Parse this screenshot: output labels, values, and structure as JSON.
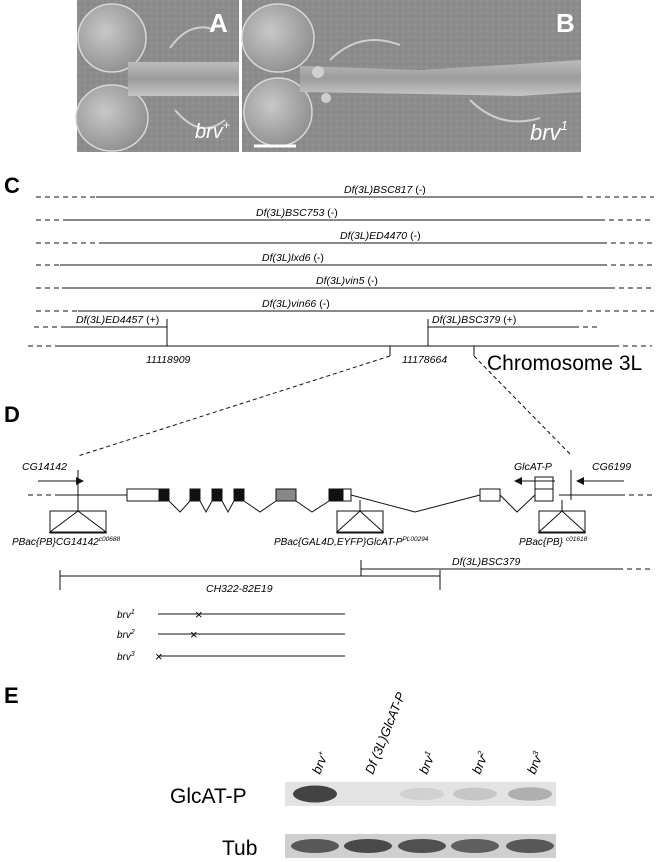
{
  "panels": {
    "a": {
      "letter": "A",
      "genotype": "brv",
      "genotype_sup": "+"
    },
    "b": {
      "letter": "B",
      "genotype": "brv",
      "genotype_sup": "1"
    },
    "c": {
      "letter": "C"
    },
    "d": {
      "letter": "D"
    },
    "e": {
      "letter": "E"
    }
  },
  "deficiencies": [
    {
      "name": "Df(3L)BSC817",
      "status": "(-)"
    },
    {
      "name": "Df(3L)BSC753",
      "status": "(-)"
    },
    {
      "name": "Df(3L)ED4470",
      "status": "(-)"
    },
    {
      "name": "Df(3L)lxd6",
      "status": "(-)"
    },
    {
      "name": "Df(3L)vin5",
      "status": "(-)"
    },
    {
      "name": "Df(3L)vin66",
      "status": "(-)"
    }
  ],
  "complementing": [
    {
      "name": "Df(3L)ED4457",
      "status": "(+)"
    },
    {
      "name": "Df(3L)BSC379",
      "status": "(+)"
    }
  ],
  "coordinates": [
    "11118909",
    "11178664"
  ],
  "chromosome_label": "Chromosome 3L",
  "gene_labels": {
    "left": "CG14142",
    "right": "CG6199",
    "glcat": "GlcAT-P"
  },
  "insertions": {
    "left": {
      "name": "PBac{PB}CG14142",
      "sup": "c00688"
    },
    "middle": {
      "name": "PBac{GAL4D,EYFP}GlcAT-P",
      "sup": "PL00294"
    },
    "right": {
      "name": "PBac{PB}",
      "sup": "c01618"
    }
  },
  "constructs": {
    "bac": "CH322-82E19",
    "df": "Df(3L)BSC379"
  },
  "alleles": [
    {
      "name": "brv",
      "sup": "1"
    },
    {
      "name": "brv",
      "sup": "2"
    },
    {
      "name": "brv",
      "sup": "3"
    }
  ],
  "blot": {
    "lanes": [
      {
        "name": "brv",
        "sup": "+"
      },
      {
        "name": "Df (3L)GlcAT-P",
        "sup": ""
      },
      {
        "name": "brv",
        "sup": "1"
      },
      {
        "name": "brv",
        "sup": "2"
      },
      {
        "name": "brv",
        "sup": "3"
      }
    ],
    "rows": [
      "GlcAT-P",
      "Tub"
    ],
    "glcat_levels": [
      0.85,
      0.0,
      0.06,
      0.12,
      0.25
    ],
    "tub_levels": [
      0.75,
      0.85,
      0.8,
      0.7,
      0.75
    ]
  },
  "colors": {
    "ink": "#111111",
    "exon_coding": "#111111",
    "exon_grey": "#888888",
    "micro_bg": "#8a8a8a"
  }
}
